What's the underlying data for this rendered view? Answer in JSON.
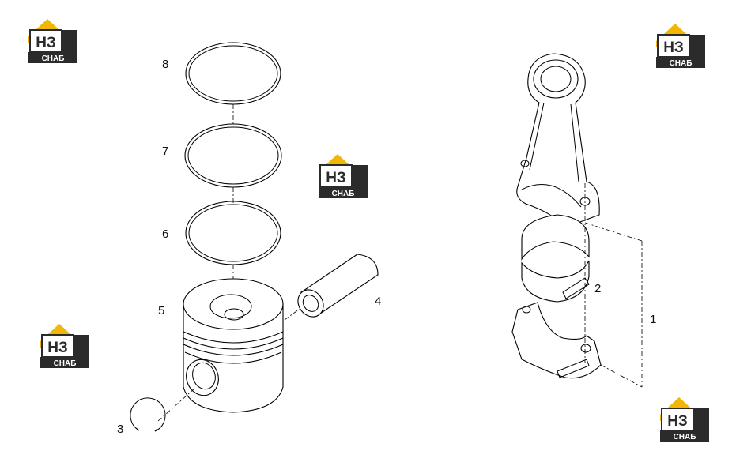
{
  "callouts": {
    "part1": "1",
    "part2": "2",
    "part3": "3",
    "part4": "4",
    "part5": "5",
    "part6": "6",
    "part7": "7",
    "part8": "8"
  },
  "watermark": {
    "letters": "НЗ",
    "caption": "СНАБ",
    "colors": {
      "yellow": "#f2b705",
      "dark": "#2b2b2b",
      "caption_bg": "#2b2b2b",
      "caption_fg": "#ffffff"
    }
  }
}
